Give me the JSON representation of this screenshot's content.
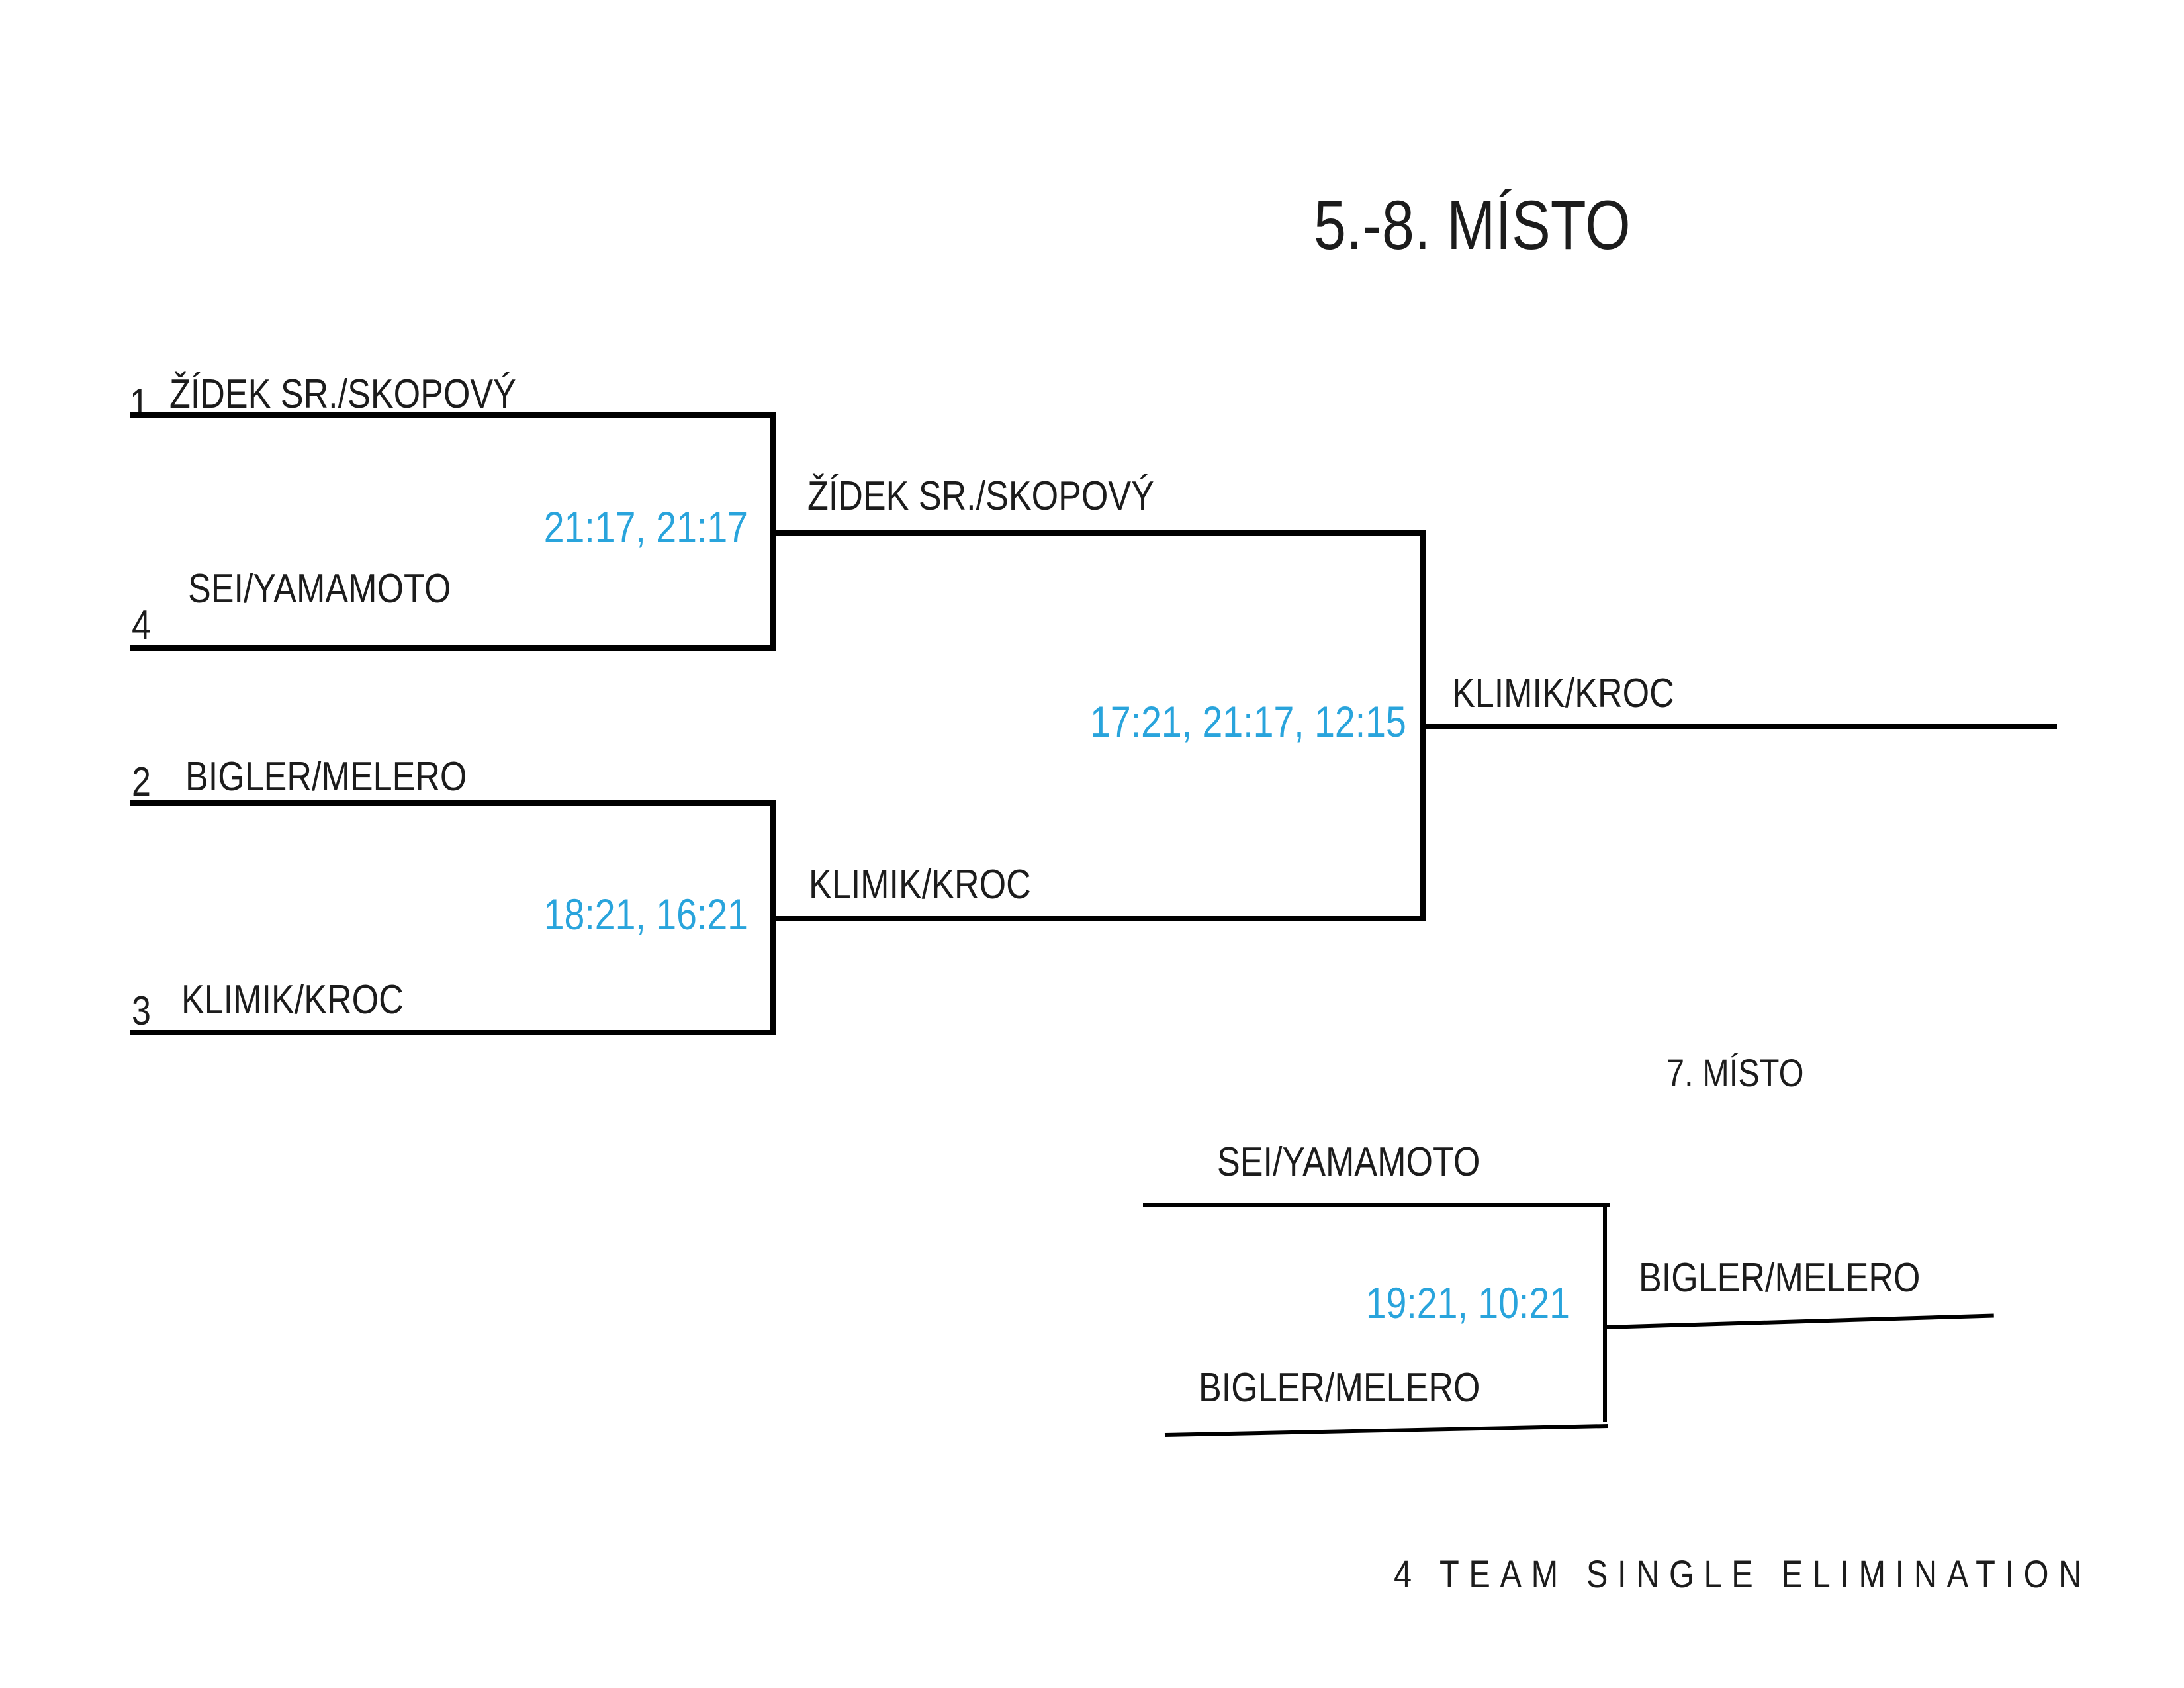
{
  "page": {
    "title": "5.-8. MÍSTO",
    "footer": "4 TEAM SINGLE ELIMINATION"
  },
  "colors": {
    "line": "#000000",
    "text": "#1c1c1c",
    "score": "#29a4dc"
  },
  "semifinal1": {
    "top_seed": "1",
    "top_team": "ŽÍDEK SR./SKOPOVÝ",
    "bottom_seed": "4",
    "bottom_team": "SEI/YAMAMOTO",
    "score": "21:17, 21:17",
    "winner": "ŽÍDEK SR./SKOPOVÝ"
  },
  "semifinal2": {
    "top_seed": "2",
    "top_team": "BIGLER/MELERO",
    "bottom_seed": "3",
    "bottom_team": "KLIMIK/KROC",
    "score": "18:21, 16:21",
    "winner": "KLIMIK/KROC"
  },
  "final": {
    "score": "17:21, 21:17, 12:15",
    "winner": "KLIMIK/KROC"
  },
  "seventh_place": {
    "title": "7. MÍSTO",
    "top_team": "SEI/YAMAMOTO",
    "bottom_team": "BIGLER/MELERO",
    "score": "19:21, 10:21",
    "winner": "BIGLER/MELERO"
  }
}
